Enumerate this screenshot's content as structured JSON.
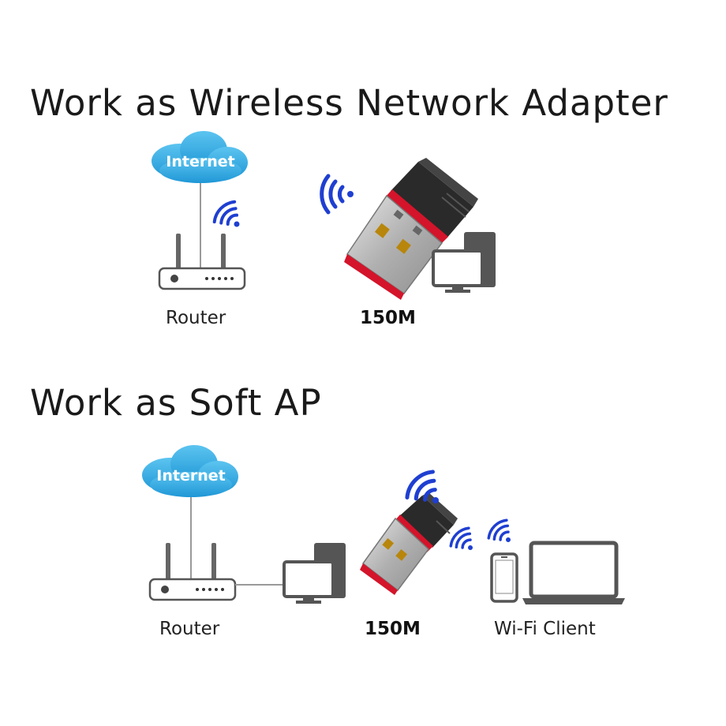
{
  "sections": [
    {
      "title": "Work as Wireless Network Adapter",
      "cloud_label": "Internet",
      "router_label": "Router",
      "adapter_label": "150M"
    },
    {
      "title": "Work as Soft AP",
      "cloud_label": "Internet",
      "router_label": "Router",
      "adapter_label": "150M",
      "client_label": "Wi-Fi Client"
    }
  ],
  "colors": {
    "cloud": "#29a8e0",
    "wifi_waves": "#1f3fd1",
    "adapter_body": "#2b2b2b",
    "adapter_accent": "#d4142a",
    "connector_metal": "#b9b9b9",
    "device_outline": "#555555"
  },
  "icons": [
    "cloud-icon",
    "router-icon",
    "wifi-icon",
    "usb-adapter-icon",
    "desktop-computer-icon",
    "phone-icon",
    "laptop-icon"
  ]
}
